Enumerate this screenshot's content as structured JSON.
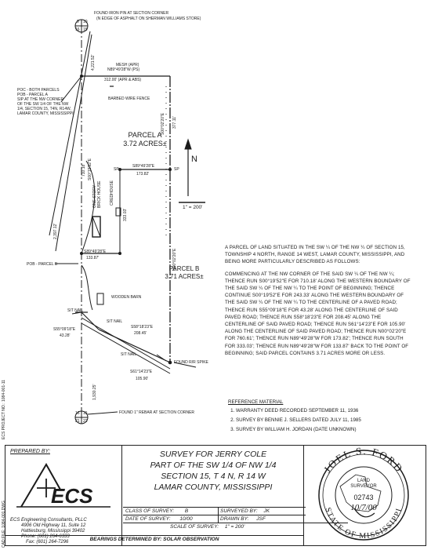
{
  "corner_labels": {
    "top_section": [
      "9",
      "10",
      "16",
      "15"
    ],
    "bottom_section": [
      "16",
      "15",
      "21",
      "22"
    ]
  },
  "annotations": {
    "iron_pin": "FOUND IRON PIN AT SECTION CORNER",
    "iron_pin_sub": "(N EDGE OF ASPHALT ON SHERMAN WILLIAMS STORE)",
    "mesh": "MESH (APR)",
    "north_brg": "N89°49'28\"W (PS)",
    "north_dist": "312.00' (APR & ABS)",
    "barbed_wire": "BARBED WIRE FENCE",
    "poc": "POC - BOTH PARCELS\nPOB - PARCEL A\nSIP AT THE NW CORNER\nOF THE SW 1/4 OF THE NW\n1/4, SECTION 15, T4N, R14W,\nLAMAR COUNTY, MISSISSIPPI",
    "west_top": "4,221.52'",
    "west_mid1": "S00°19'52\"E",
    "west_mid2": "710.18'",
    "east_brg": "S00°02'20\"E",
    "east_dist": "377.11'",
    "parcel_line": "S89°49'28\"E",
    "parcel_line_dist": "173.82'",
    "sp": "SP",
    "house": "ONE STORY\nBRICK HOUSE",
    "shed": "CREDHOUSE",
    "shed_dim": "333.03'",
    "line_b_brg": "S89°49'28\"E",
    "line_b_dist": "133.87'",
    "pob_b": "POB - PARCEL B",
    "wooden_barn": "WOODEN BARN",
    "road_brg1": "S55°09'18\"E",
    "road_dist1": "43.28'",
    "sit_nail1": "SIT NAIL",
    "sit_nail2": "SIT NAIL",
    "road_brg2": "S58°18'23\"E",
    "road_dist2": "208.45'",
    "found_spike": "FOUND R/R SPIKE",
    "road_brg3": "S61°14'23\"E",
    "road_dist3": "105.90'",
    "found_rebar": "FOUND 1\" REBAR AT SECTION CORNER",
    "east_b_brg": "N00°02'20\"E",
    "east_b_dist": "333.03'",
    "west_low": "2,397.12'",
    "south_dist": "1,930.25'",
    "scale_label": "1\" = 200'",
    "north_arrow": "N"
  },
  "parcel_a": {
    "name": "PARCEL A",
    "area": "3.72 ACRES±"
  },
  "parcel_b": {
    "name": "PARCEL B",
    "area": "3.71 ACRES±"
  },
  "description": {
    "para1": "A PARCEL OF LAND SITUATED IN THE SW ¼ OF THE NW ¼ OF SECTION 15, TOWNSHIP 4 NORTH, RANGE 14 WEST, LAMAR COUNTY, MISSISSIPPI, AND BEING MORE PARTICULARLY DESCRIBED AS FOLLOWS:",
    "para2": "COMMENCING AT THE NW CORNER OF THE SAID SW ¼ OF THE NW ¼; THENCE RUN S00°19'52\"E FOR 710.18' ALONG THE WESTERN BOUNDARY OF THE SAID SW ¼ OF THE NW ¼ TO THE POINT OF BEGINNING; THENCE CONTINUE S00°19'52\"E FOR 243.33' ALONG THE WESTERN BOUNDARY OF THE SAID SW ¼ OF THE NW ¼ TO THE CENTERLINE OF A PAVED ROAD; THENCE RUN S55°09'18\"E FOR 43.28' ALONG THE CENTERLINE OF SAID PAVED ROAD; THENCE RUN S58°18'23\"E FOR 208.45' ALONG THE CENTERLINE OF SAID PAVED ROAD; THENCE RUN S61°14'23\"E FOR 105.90' ALONG THE CENTERLINE OF SAID PAVED ROAD; THENCE RUN N00°02'20\"E FOR 760.61'; THENCE RUN N89°49'28\"W FOR 173.82'; THENCE RUN SOUTH FOR 333.03'; THENCE RUN N89°49'28\"W FOR 133.87' BACK TO THE POINT OF BEGINNING; SAID PARCEL CONTAINS 3.71 ACRES MORE OR LESS."
  },
  "references": {
    "header": "REFERENCE MATERIAL",
    "items": [
      "WARRANTY DEED RECORDED SEPTEMBER 11, 1936",
      "SURVEY BY BENNIE J. SELLERS DATED JULY 11, 1985",
      "SURVEY BY WILLIAM H. JORDAN (DATE UNKNOWN)"
    ]
  },
  "side_text": {
    "file": "CAD FILE: 1084-001.DWG",
    "project": "ECS PROJECT NO.: 1084-001-11"
  },
  "title_block": {
    "prepared_by": "PREPARED BY:",
    "logo_text": "ECS",
    "firm_name": "ECS Engineering Consultants, PLLC",
    "firm_address1": "4906 Old Highway 11, Suite 12",
    "firm_address2": "Hattiesburg, Mississippi 39402",
    "firm_phone": "Phone: (601) 264-6333",
    "firm_fax": "Fax: (601) 264-7296",
    "title1": "SURVEY FOR JERRY COLE",
    "title2": "PART OF THE SW 1/4 OF NW 1/4",
    "title3": "SECTION 15, T 4 N, R 14 W",
    "title4": "LAMAR COUNTY, MISSISSIPPI",
    "class_label": "CLASS OF SURVEY:",
    "class_value": "B",
    "surveyed_label": "SURVEYED BY:",
    "surveyed_value": "JK",
    "date_label": "DATE OF SURVEY:",
    "date_value": "10/00",
    "drawn_label": "DRAWN BY:",
    "drawn_value": "JSF",
    "scale_label": "SCALE OF SURVEY:",
    "scale_value": "1\" = 200'",
    "bearings": "BEARINGS DETERMINED BY: SOLAR OBSERVATION"
  },
  "seal": {
    "name": "JOEL S. FORD",
    "state": "STATE OF MISSISSIPPI",
    "center1": "LAND",
    "center2": "SURVEYOR",
    "number": "02743",
    "date": "10/7/00"
  }
}
